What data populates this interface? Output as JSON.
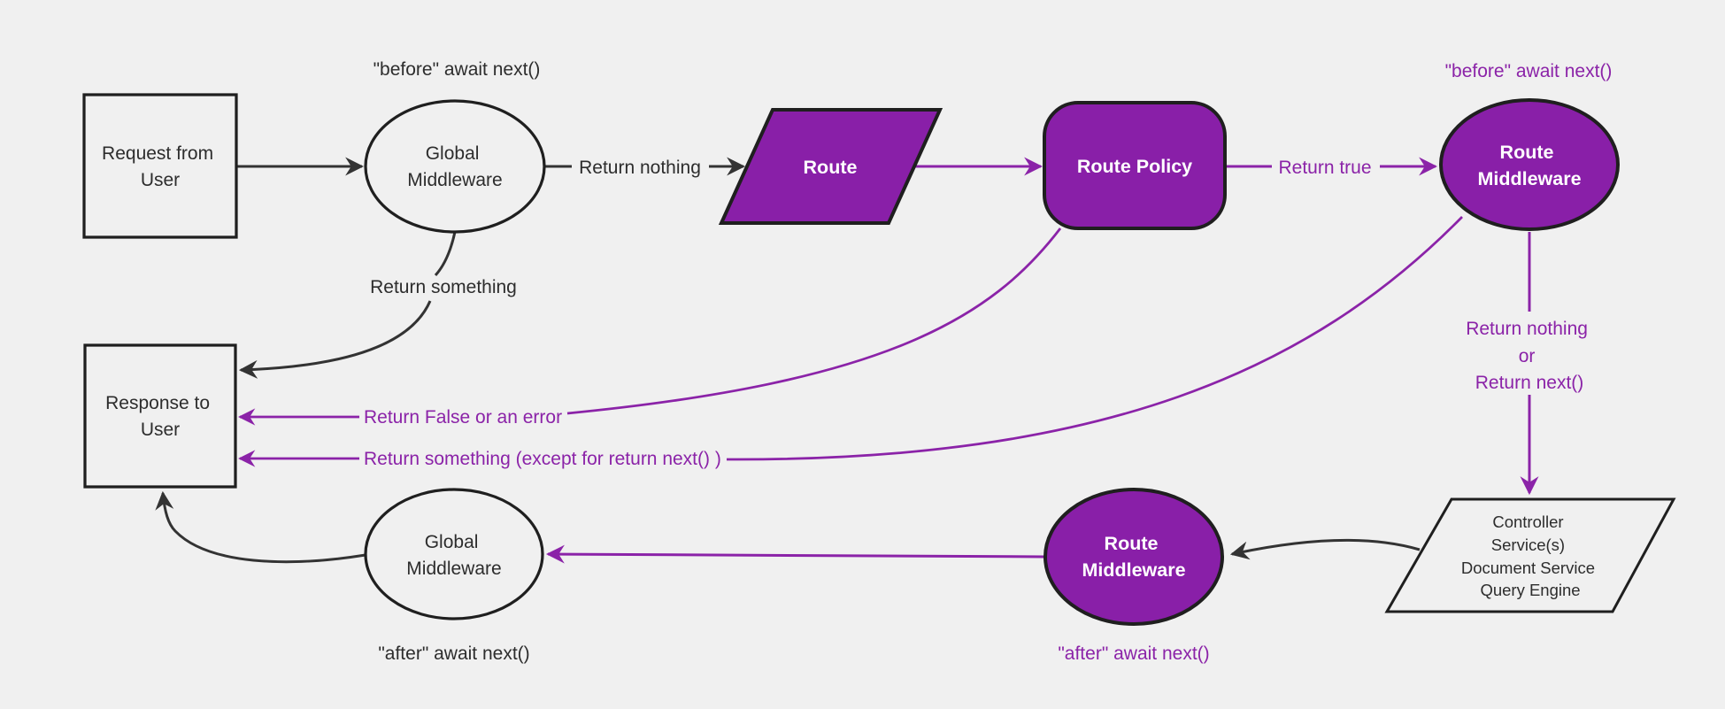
{
  "title": "Request middleware lifecycle flowchart",
  "colors": {
    "background": "#f0f0f0",
    "node_fill": "#f0f0f0",
    "purple_fill": "#891fa8",
    "dark_stroke": "#1f1f1f",
    "dark_line": "#333333",
    "dark_text": "#2d2d2d",
    "purple": "#8b23a8",
    "white_text": "#ffffff"
  },
  "nodes": {
    "request_from_user": {
      "shape": "rectangle",
      "lines": [
        "Request from",
        "User"
      ]
    },
    "global_middleware_top": {
      "shape": "ellipse",
      "lines": [
        "Global",
        "Middleware"
      ]
    },
    "route": {
      "shape": "parallelogram",
      "label": "Route"
    },
    "route_policy": {
      "shape": "rounded-rectangle",
      "label": "Route Policy"
    },
    "route_middleware_top": {
      "shape": "ellipse",
      "lines": [
        "Route",
        "Middleware"
      ]
    },
    "response_to_user": {
      "shape": "rectangle",
      "lines": [
        "Response to",
        "User"
      ]
    },
    "global_middleware_bottom": {
      "shape": "ellipse",
      "lines": [
        "Global",
        "Middleware"
      ]
    },
    "route_middleware_bottom": {
      "shape": "ellipse",
      "lines": [
        "Route",
        "Middleware"
      ]
    },
    "controller_stack": {
      "shape": "parallelogram",
      "lines": [
        "Controller",
        "Service(s)",
        "Document Service",
        "Query Engine"
      ]
    }
  },
  "labels": {
    "before_await_next_global": "\"before\" await next()",
    "return_nothing": "Return nothing",
    "return_true": "Return true",
    "before_await_next_route": "\"before\" await next()",
    "return_something": "Return something",
    "return_false_or_error": "Return False or an error",
    "return_something_except": "Return something (except for return next() )",
    "return_nothing_or": [
      "Return nothing",
      "or",
      "Return next()"
    ],
    "after_await_next_global": "\"after\" await next()",
    "after_await_next_route": "\"after\" await next()"
  }
}
